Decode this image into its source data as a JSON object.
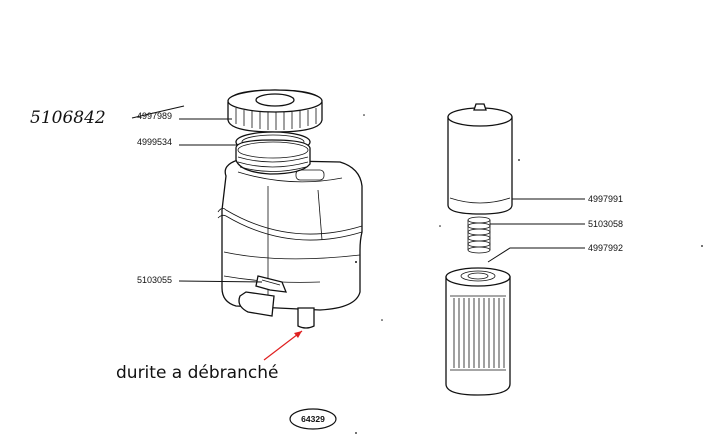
{
  "handwritten_ref": "5106842",
  "struck_ref": "4997989",
  "labels": {
    "cap_seal": "4999534",
    "clip": "5103055",
    "filter_housing": "4997991",
    "spring": "5103058",
    "filter_element": "4997992"
  },
  "annotation": "durite a débranché",
  "annotation_color": "#e02020",
  "figure_number": "64329",
  "icons": [
    "reservoir-cap-icon",
    "seal-ring-icon",
    "reservoir-icon",
    "filter-housing-icon",
    "spring-icon",
    "filter-cartridge-icon"
  ]
}
